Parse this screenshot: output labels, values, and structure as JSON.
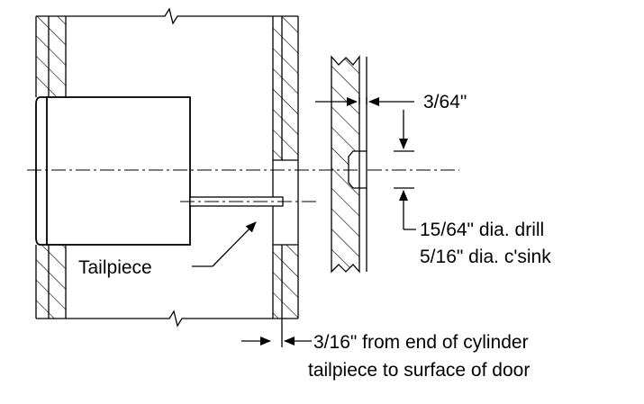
{
  "labels": {
    "tailpiece": "Tailpiece",
    "offset_3_64": "3/64\"",
    "drill": "15/64\" dia. drill",
    "csink": "5/16\" dia. c'sink",
    "note_line1": "3/16\" from end of cylinder",
    "note_line2": "tailpiece to surface of door"
  }
}
